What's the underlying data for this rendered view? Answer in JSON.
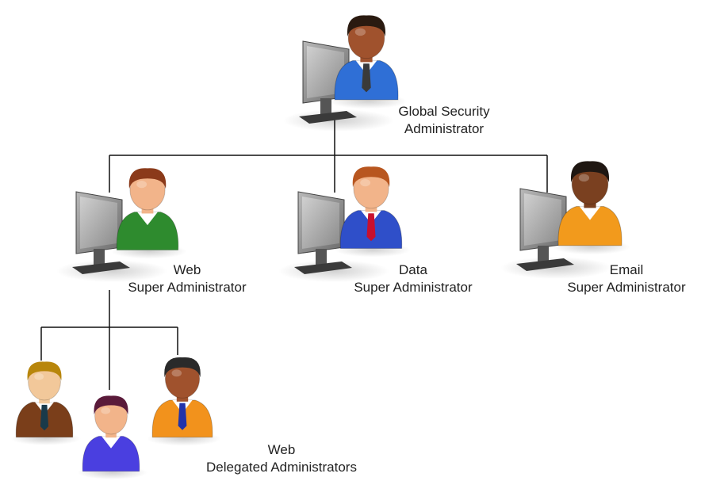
{
  "nodes": {
    "global": {
      "line1": "Global Security",
      "line2": "Administrator",
      "shirt": "#2f6fd6",
      "hair": "#2a1a10",
      "tie": "#3a3a3a",
      "skin": "#a0522d"
    },
    "web": {
      "line1": "Web",
      "line2": "Super Administrator",
      "shirt": "#2e8b2e",
      "hair": "#8b3a1a",
      "skin": "#f2b48a"
    },
    "data": {
      "line1": "Data",
      "line2": "Super Administrator",
      "shirt": "#2f4fc9",
      "hair": "#b8561f",
      "tie": "#c8102e",
      "skin": "#f2b48a"
    },
    "email": {
      "line1": "Email",
      "line2": "Super Administrator",
      "shirt": "#f29a1c",
      "hair": "#1f1712",
      "skin": "#7a4020"
    },
    "delegated": {
      "line1": "Web",
      "line2": "Delegated Administrators",
      "people": [
        {
          "shirt": "#7a3e1a",
          "hair": "#b8860b",
          "tie": "#1a3a4a",
          "skin": "#f2c89a"
        },
        {
          "shirt": "#4a3fe0",
          "hair": "#5a1a3a",
          "skin": "#f2b48a"
        },
        {
          "shirt": "#f2921c",
          "hair": "#2a2a2a",
          "tie": "#2233aa",
          "skin": "#a0522d"
        }
      ]
    }
  }
}
